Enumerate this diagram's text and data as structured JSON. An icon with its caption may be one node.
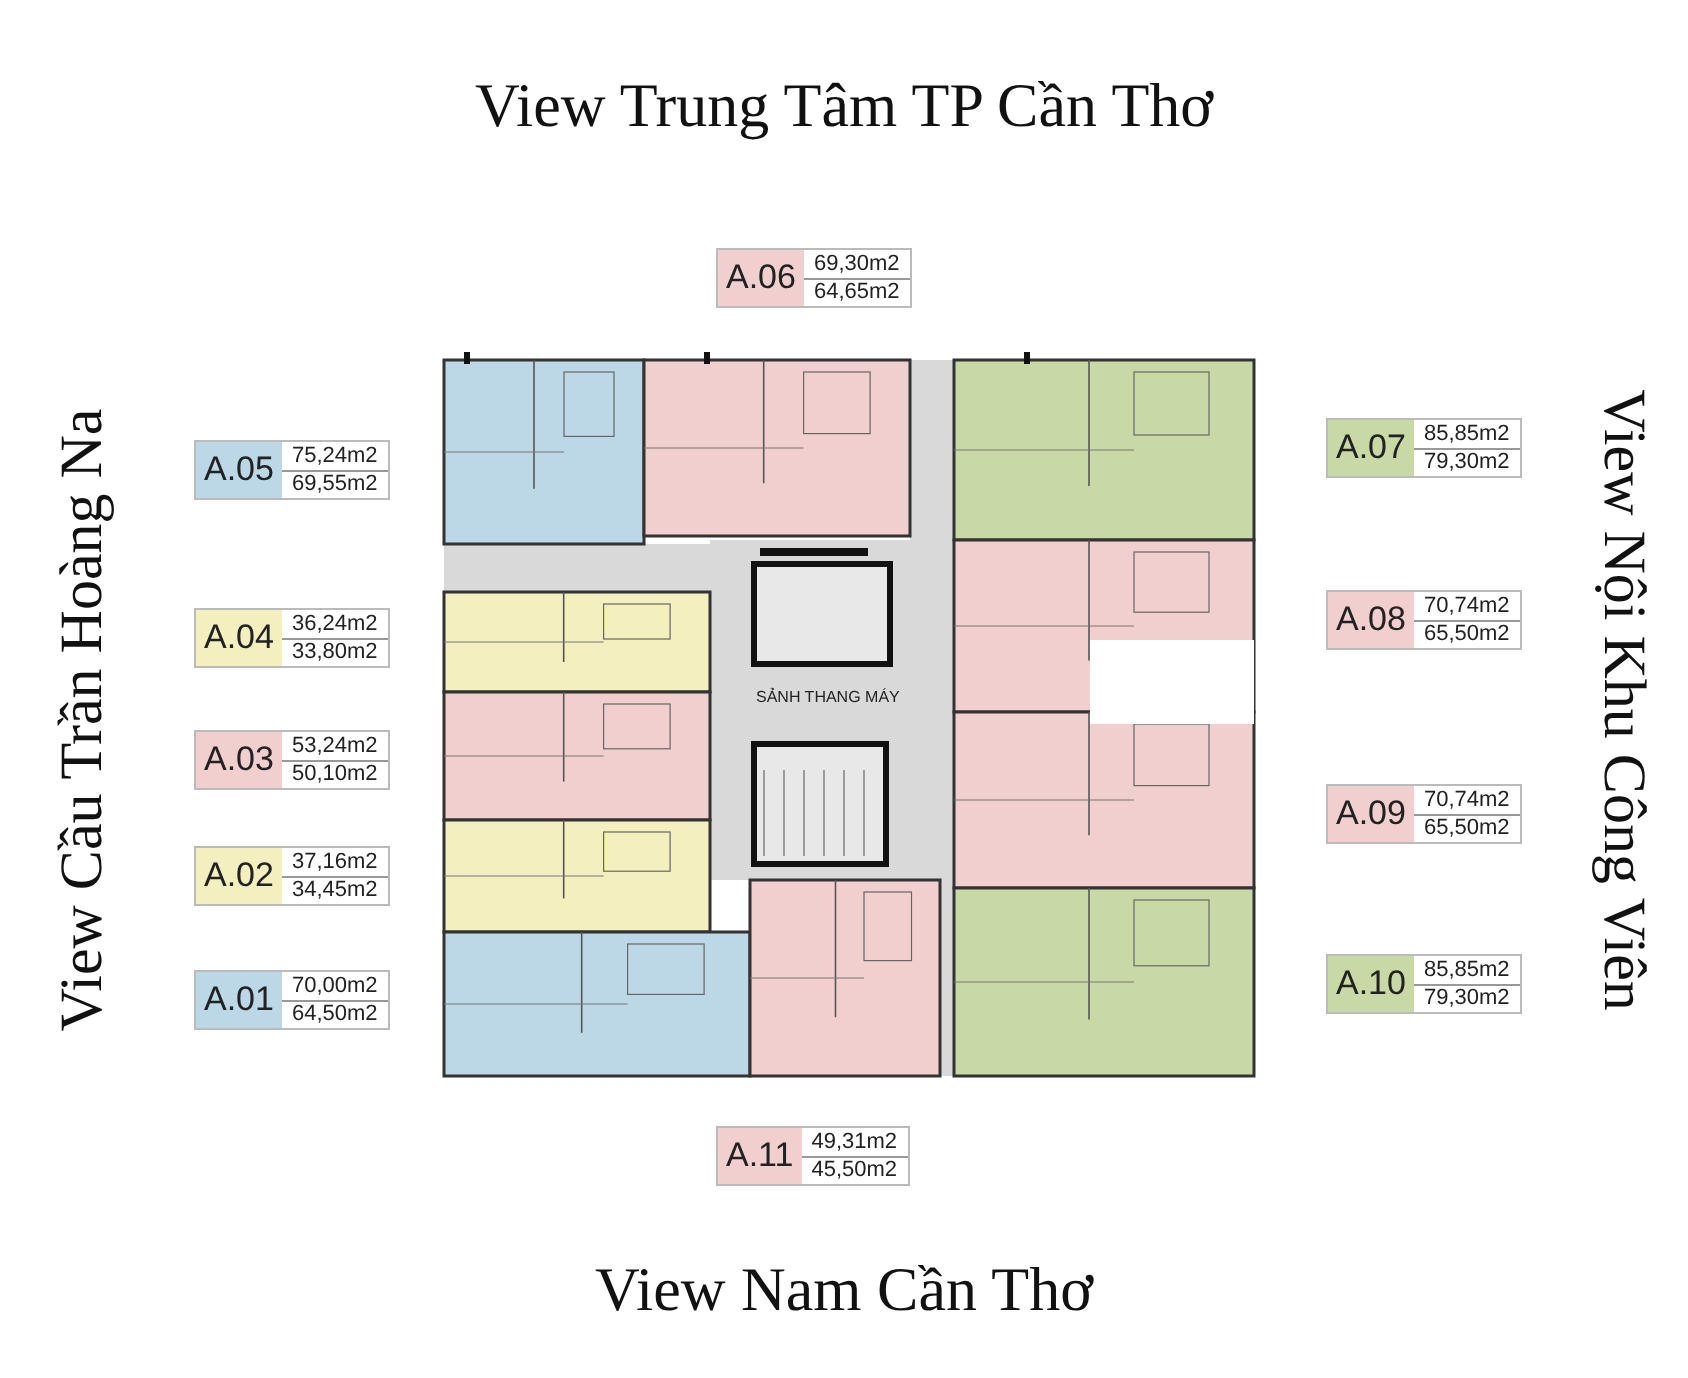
{
  "diagram": {
    "title": "View Trung Tâm TP Cần Thơ",
    "nodes": [
      {
        "text": [
          "A.06",
          "69,30m2",
          "64,65m2"
        ]
      },
      {
        "text": [
          "A.05",
          "75,24m2",
          "69,55m2"
        ]
      },
      {
        "text": [
          "A.07",
          "85,85m2",
          "79,30m2"
        ]
      },
      {
        "text": [
          "A.04",
          "36,24m2",
          "33,80m2"
        ]
      },
      {
        "text": [
          "A.08",
          "70,74m2",
          "65,50m2"
        ]
      },
      {
        "text": [
          "A.03",
          "53,24m2",
          "50,10m2"
        ]
      },
      {
        "text": [
          "A.09",
          "70,74m2",
          "65,50m2"
        ]
      },
      {
        "text": [
          "A.02",
          "37,16m2",
          "34,45m2"
        ]
      },
      {
        "text": [
          "A.10",
          "85,85m2",
          "79,30m2"
        ]
      },
      {
        "text": [
          "A.01",
          "70,00m2",
          "64,50m2"
        ]
      },
      {
        "text": [
          "A.11",
          "49,31m2",
          "45,50m2"
        ]
      }
    ],
    "edges": [],
    "labels": [
      "View Cầu Trần Hoàng Na",
      "View Nội Khu Công Viên",
      "SẢNH THANG MÁY",
      "View Nam Cần Thơ"
    ]
  }
}
